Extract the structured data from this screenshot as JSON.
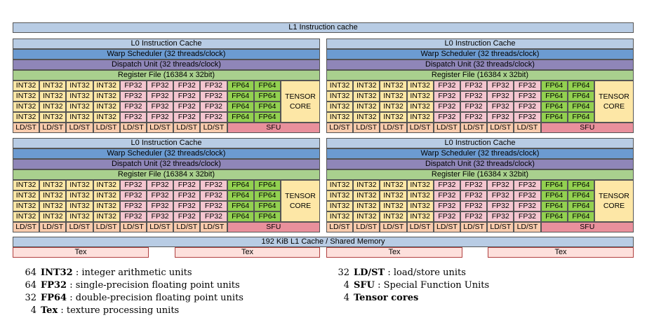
{
  "l1_instruction_cache": "L1 Instruction cache",
  "partition": {
    "l0_cache": "L0 Instruction Cache",
    "warp_scheduler": "Warp Scheduler (32 threads/clock)",
    "dispatch_unit": "Dispatch Unit  (32 threads/clock)",
    "register_file": "Register File (16384 x 32bit)",
    "int32": "INT32",
    "fp32": "FP32",
    "fp64": "FP64",
    "tensor": "TENSOR\nCORE",
    "ldst": "LD/ST",
    "sfu": "SFU"
  },
  "l1_data_cache": "192 KiB L1 Cache / Shared Memory",
  "tex": "Tex",
  "legend": [
    {
      "count": "64",
      "term": "INT32",
      "sep": " : ",
      "desc": "integer arithmetic units"
    },
    {
      "count": "64",
      "term": "FP32",
      "sep": " : ",
      "desc": "single-precision floating point units"
    },
    {
      "count": "32",
      "term": "FP64",
      "sep": " : ",
      "desc": "double-precision floating point units"
    },
    {
      "count": "4",
      "term": "Tex",
      "sep": " : ",
      "desc": "texture processing units"
    },
    {
      "count": "32",
      "term": "LD/ST",
      "sep": " : ",
      "desc": "load/store units"
    },
    {
      "count": "4",
      "term": "SFU",
      "sep": " : ",
      "desc": "Special Function Units"
    },
    {
      "count": "4",
      "term": "Tensor cores",
      "sep": "",
      "desc": ""
    }
  ]
}
